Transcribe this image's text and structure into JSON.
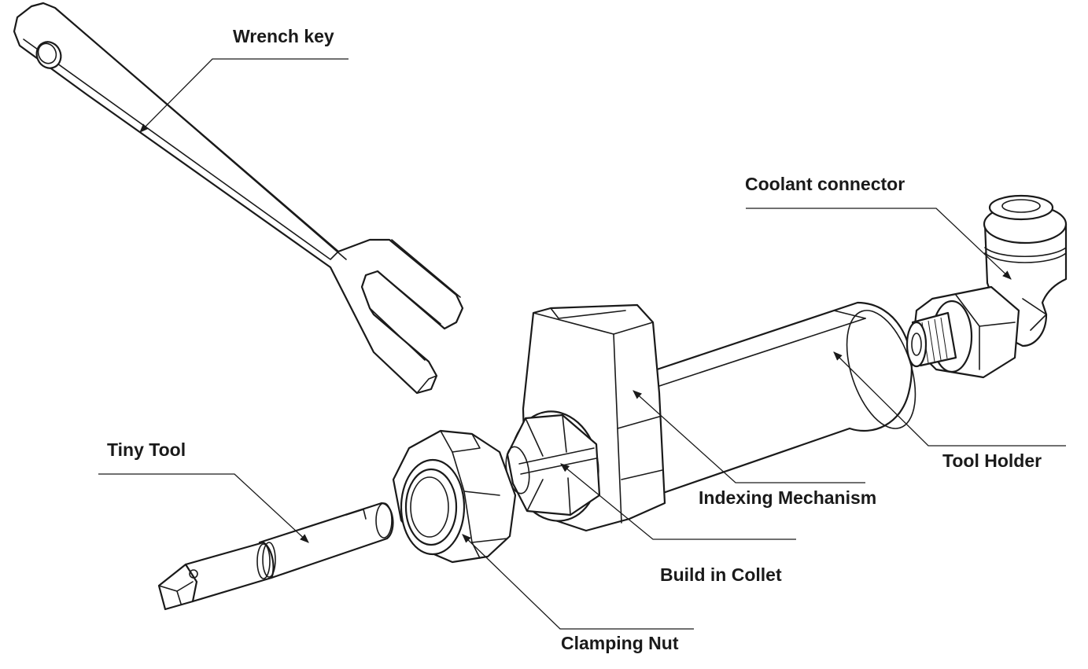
{
  "labels": {
    "wrench_key": "Wrench key",
    "coolant_connector": "Coolant connector",
    "tool_holder": "Tool Holder",
    "indexing_mechanism": "Indexing Mechanism",
    "tiny_tool": "Tiny Tool",
    "build_in_collet": "Build in Collet",
    "clamping_nut": "Clamping Nut"
  },
  "colors": {
    "ink": "#1a1a1a",
    "background": "#ffffff"
  }
}
